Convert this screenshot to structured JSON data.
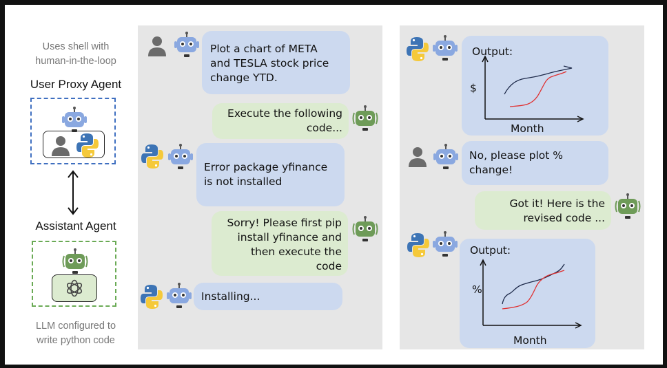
{
  "left_column": {
    "user_proxy_caption": [
      "Uses shell with",
      "human-in-the-loop"
    ],
    "user_proxy_title": "User Proxy Agent",
    "assistant_title": "Assistant Agent",
    "assistant_caption": [
      "LLM configured to",
      "write python code"
    ]
  },
  "conversation_left": [
    {
      "lines": [
        "Plot a chart of META",
        "and TESLA stock price",
        "change YTD."
      ]
    },
    {
      "lines": [
        "Execute the following",
        "code..."
      ]
    },
    {
      "lines": [
        "Error package yfinance",
        "is not installed"
      ]
    },
    {
      "lines": [
        "Sorry! Please first pip",
        "install yfinance and",
        "then execute the",
        "code"
      ]
    },
    {
      "lines": [
        "Installing..."
      ]
    }
  ],
  "conversation_right": [
    {
      "label": "Output:",
      "ylabel": "$",
      "xlabel": "Month"
    },
    {
      "lines": [
        "No, please plot %",
        "change!"
      ]
    },
    {
      "lines": [
        "Got it! Here is the",
        "revised code ..."
      ]
    },
    {
      "label": "Output:",
      "ylabel": "%",
      "xlabel": "Month"
    }
  ],
  "colors": {
    "user_proxy_border": "#3f6fc0",
    "assistant_border": "#6aaa55",
    "bubble_blue": "#ccd9ef",
    "bubble_green": "#dcebd0",
    "panel_bg": "#e6e6e6",
    "robot_blue": "#8aa8e0",
    "robot_green": "#6e9b58",
    "line_dark": "#1e2a4a",
    "line_red": "#e03030"
  },
  "icons": [
    "person-icon",
    "robot-blue-icon",
    "robot-green-icon",
    "python-icon",
    "openai-icon"
  ]
}
